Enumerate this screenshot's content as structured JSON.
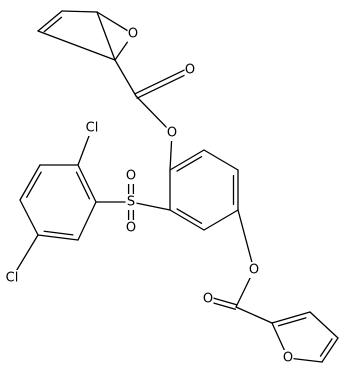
{
  "structure": {
    "atoms": [
      {
        "id": "fa1",
        "label": ""
      },
      {
        "id": "fa2",
        "label": ""
      },
      {
        "id": "fa3",
        "label": ""
      },
      {
        "id": "fa_o",
        "label": "O"
      },
      {
        "id": "fa4",
        "label": ""
      },
      {
        "id": "ca",
        "label": ""
      },
      {
        "id": "ca_o",
        "label": "O"
      },
      {
        "id": "ea",
        "label": "O"
      },
      {
        "id": "r1",
        "label": ""
      },
      {
        "id": "r2",
        "label": ""
      },
      {
        "id": "r3",
        "label": ""
      },
      {
        "id": "r4",
        "label": ""
      },
      {
        "id": "r5",
        "label": ""
      },
      {
        "id": "r6",
        "label": ""
      },
      {
        "id": "s",
        "label": "S"
      },
      {
        "id": "so1",
        "label": "O"
      },
      {
        "id": "so2",
        "label": "O"
      },
      {
        "id": "p1",
        "label": ""
      },
      {
        "id": "p2",
        "label": ""
      },
      {
        "id": "p3",
        "label": ""
      },
      {
        "id": "p4",
        "label": ""
      },
      {
        "id": "p5",
        "label": ""
      },
      {
        "id": "p6",
        "label": ""
      },
      {
        "id": "cl1",
        "label": "Cl"
      },
      {
        "id": "cl2",
        "label": "Cl"
      },
      {
        "id": "eb",
        "label": "O"
      },
      {
        "id": "cb",
        "label": ""
      },
      {
        "id": "cb_o",
        "label": "O"
      },
      {
        "id": "fb1",
        "label": ""
      },
      {
        "id": "fb2",
        "label": ""
      },
      {
        "id": "fb3",
        "label": ""
      },
      {
        "id": "fb4",
        "label": ""
      },
      {
        "id": "fb_o",
        "label": "O"
      }
    ],
    "bonds": [
      {
        "a": "fa1",
        "b": "fa2",
        "order": 2
      },
      {
        "a": "fa2",
        "b": "fa3",
        "order": 1
      },
      {
        "a": "fa3",
        "b": "fa_o",
        "order": 1
      },
      {
        "a": "fa_o",
        "b": "fa4",
        "order": 1
      },
      {
        "a": "fa4",
        "b": "fa1",
        "order": 1
      },
      {
        "a": "fa3",
        "b": "fa4",
        "order": 1
      },
      {
        "a": "fa4",
        "b": "ca",
        "order": 1
      },
      {
        "a": "ca",
        "b": "ca_o",
        "order": 2
      },
      {
        "a": "ca",
        "b": "ea",
        "order": 1
      },
      {
        "a": "ea",
        "b": "r1",
        "order": 1
      },
      {
        "a": "r1",
        "b": "r2",
        "order": 2
      },
      {
        "a": "r2",
        "b": "r3",
        "order": 1
      },
      {
        "a": "r3",
        "b": "r4",
        "order": 2
      },
      {
        "a": "r4",
        "b": "r5",
        "order": 1
      },
      {
        "a": "r5",
        "b": "r6",
        "order": 2
      },
      {
        "a": "r6",
        "b": "r1",
        "order": 1
      },
      {
        "a": "r6",
        "b": "s",
        "order": 1
      },
      {
        "a": "s",
        "b": "so1",
        "order": 2
      },
      {
        "a": "s",
        "b": "so2",
        "order": 2
      },
      {
        "a": "s",
        "b": "p1",
        "order": 1
      },
      {
        "a": "p1",
        "b": "p2",
        "order": 2
      },
      {
        "a": "p2",
        "b": "p3",
        "order": 1
      },
      {
        "a": "p3",
        "b": "p4",
        "order": 2
      },
      {
        "a": "p4",
        "b": "p5",
        "order": 1
      },
      {
        "a": "p5",
        "b": "p6",
        "order": 2
      },
      {
        "a": "p6",
        "b": "p1",
        "order": 1
      },
      {
        "a": "p2",
        "b": "cl1",
        "order": 1
      },
      {
        "a": "p5",
        "b": "cl2",
        "order": 1
      },
      {
        "a": "r4",
        "b": "eb",
        "order": 1
      },
      {
        "a": "eb",
        "b": "cb",
        "order": 1
      },
      {
        "a": "cb",
        "b": "cb_o",
        "order": 2
      },
      {
        "a": "cb",
        "b": "fb1",
        "order": 1
      },
      {
        "a": "fb1",
        "b": "fb2",
        "order": 2
      },
      {
        "a": "fb2",
        "b": "fb3",
        "order": 1
      },
      {
        "a": "fb3",
        "b": "fb4",
        "order": 2
      },
      {
        "a": "fb4",
        "b": "fb_o",
        "order": 1
      },
      {
        "a": "fb_o",
        "b": "fb1",
        "order": 1
      }
    ]
  }
}
